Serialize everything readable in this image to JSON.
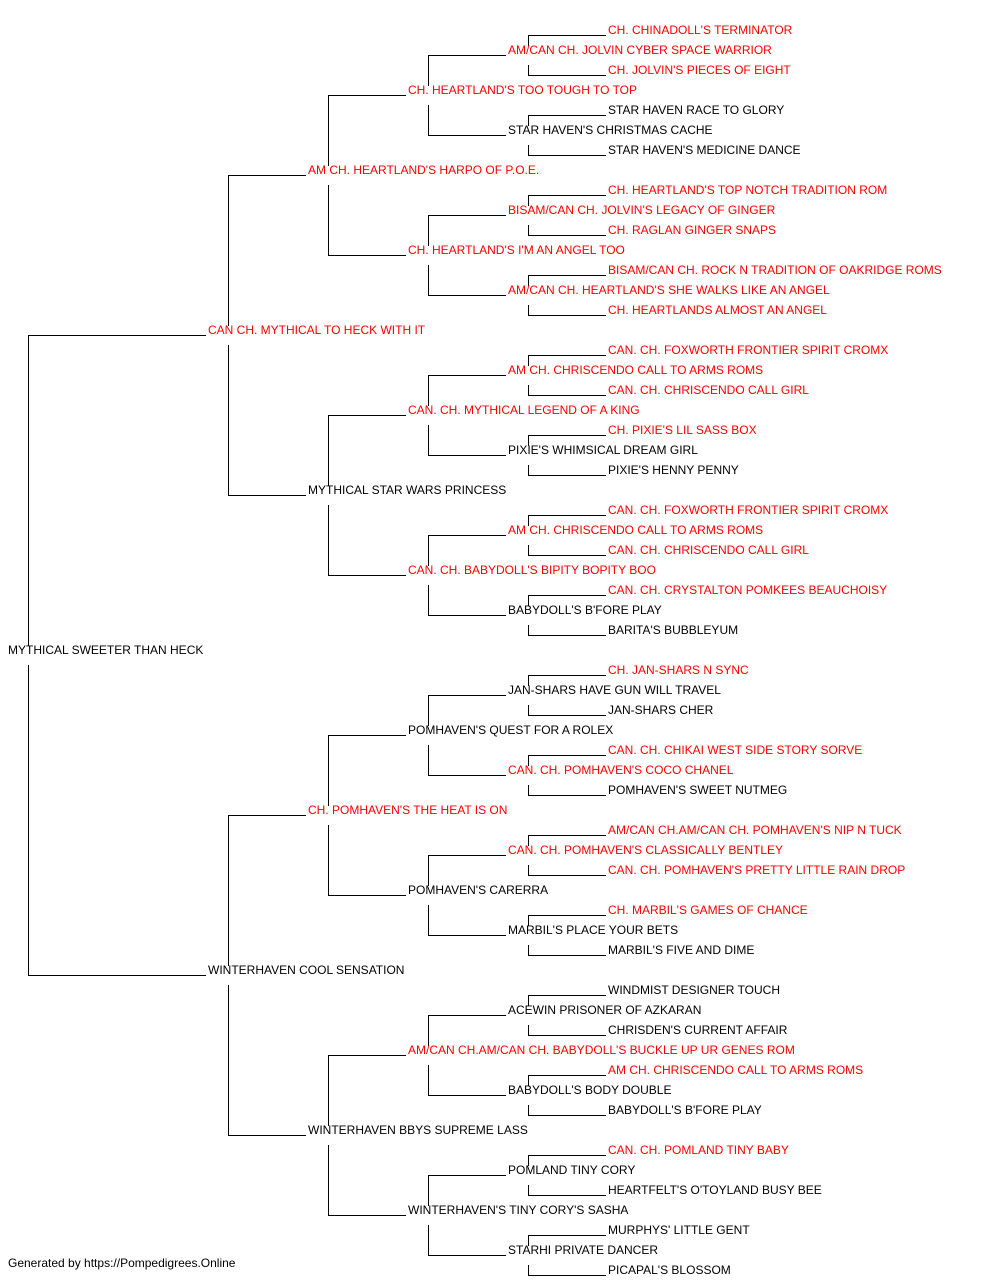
{
  "pedigree": {
    "subject": {
      "name": "MYTHICAL SWEETER THAN HECK",
      "champion": false
    },
    "sire": {
      "name": "CAN CH. MYTHICAL TO HECK WITH IT",
      "champion": true
    },
    "dam": {
      "name": "WINTERHAVEN COOL SENSATION",
      "champion": false
    },
    "gen3": [
      {
        "name": "AM CH. HEARTLAND'S HARPO OF P.O.E.",
        "champion": true
      },
      {
        "name": "MYTHICAL STAR WARS PRINCESS",
        "champion": false
      },
      {
        "name": "CH. POMHAVEN'S THE HEAT IS ON",
        "champion": true
      },
      {
        "name": "WINTERHAVEN BBYS SUPREME LASS",
        "champion": false
      }
    ],
    "gen4": [
      {
        "name": "CH. HEARTLAND'S TOO TOUGH TO TOP",
        "champion": true
      },
      {
        "name": "CH. HEARTLAND'S I'M AN ANGEL TOO",
        "champion": true
      },
      {
        "name": "CAN. CH. MYTHICAL LEGEND OF A KING",
        "champion": true
      },
      {
        "name": "CAN. CH. BABYDOLL'S BIPITY BOPITY BOO",
        "champion": true
      },
      {
        "name": "POMHAVEN'S QUEST FOR A ROLEX",
        "champion": false
      },
      {
        "name": "POMHAVEN'S CARERRA",
        "champion": false
      },
      {
        "name": "AM/CAN CH.AM/CAN CH. BABYDOLL'S BUCKLE UP UR GENES ROM",
        "champion": true
      },
      {
        "name": "WINTERHAVEN'S TINY CORY'S SASHA",
        "champion": false
      }
    ],
    "gen5": [
      {
        "name": "AM/CAN CH. JOLVIN CYBER SPACE WARRIOR",
        "champion": true
      },
      {
        "name": "STAR HAVEN'S CHRISTMAS CACHE",
        "champion": false
      },
      {
        "name": "BISAM/CAN CH. JOLVIN'S LEGACY OF GINGER",
        "champion": true
      },
      {
        "name": "AM/CAN CH. HEARTLAND'S SHE WALKS LIKE AN ANGEL",
        "champion": true
      },
      {
        "name": "AM CH. CHRISCENDO CALL TO ARMS ROMS",
        "champion": true
      },
      {
        "name": "PIXIE'S WHIMSICAL DREAM GIRL",
        "champion": false
      },
      {
        "name": "AM CH. CHRISCENDO CALL TO ARMS ROMS",
        "champion": true
      },
      {
        "name": "BABYDOLL'S B'FORE PLAY",
        "champion": false
      },
      {
        "name": "JAN-SHARS HAVE GUN WILL TRAVEL",
        "champion": false
      },
      {
        "name": "CAN. CH. POMHAVEN'S COCO CHANEL",
        "champion": true
      },
      {
        "name": "CAN. CH. POMHAVEN'S CLASSICALLY BENTLEY",
        "champion": true
      },
      {
        "name": "MARBIL'S PLACE YOUR BETS",
        "champion": false
      },
      {
        "name": "ACEWIN PRISONER OF AZKARAN",
        "champion": false
      },
      {
        "name": "BABYDOLL'S BODY DOUBLE",
        "champion": false
      },
      {
        "name": "POMLAND TINY CORY",
        "champion": false
      },
      {
        "name": "STARHI PRIVATE DANCER",
        "champion": false
      }
    ],
    "gen6": [
      {
        "name": "CH. CHINADOLL'S TERMINATOR",
        "champion": true
      },
      {
        "name": "CH. JOLVIN'S PIECES OF EIGHT",
        "champion": true
      },
      {
        "name": "STAR HAVEN RACE TO GLORY",
        "champion": false
      },
      {
        "name": "STAR HAVEN'S MEDICINE DANCE",
        "champion": false
      },
      {
        "name": "CH. HEARTLAND'S TOP NOTCH TRADITION ROM",
        "champion": true
      },
      {
        "name": "CH. RAGLAN GINGER SNAPS",
        "champion": true
      },
      {
        "name": "BISAM/CAN CH. ROCK N TRADITION OF OAKRIDGE ROMS",
        "champion": true
      },
      {
        "name": "CH. HEARTLANDS ALMOST AN ANGEL",
        "champion": true
      },
      {
        "name": "CAN. CH. FOXWORTH FRONTIER SPIRIT CROMX",
        "champion": true
      },
      {
        "name": "CAN. CH. CHRISCENDO CALL GIRL",
        "champion": true
      },
      {
        "name": "CH. PIXIE'S LIL SASS BOX",
        "champion": true
      },
      {
        "name": "PIXIE'S HENNY PENNY",
        "champion": false
      },
      {
        "name": "CAN. CH. FOXWORTH FRONTIER SPIRIT CROMX",
        "champion": true
      },
      {
        "name": "CAN. CH. CHRISCENDO CALL GIRL",
        "champion": true
      },
      {
        "name": "CAN. CH. CRYSTALTON POMKEES BEAUCHOISY",
        "champion": true
      },
      {
        "name": "BARITA'S BUBBLEYUM",
        "champion": false
      },
      {
        "name": "CH. JAN-SHARS N SYNC",
        "champion": true
      },
      {
        "name": "JAN-SHARS CHER",
        "champion": false
      },
      {
        "name": "CAN. CH. CHIKAI WEST SIDE STORY SORVE",
        "champion": true
      },
      {
        "name": "POMHAVEN'S SWEET NUTMEG",
        "champion": false
      },
      {
        "name": "AM/CAN CH.AM/CAN CH. POMHAVEN'S NIP N TUCK",
        "champion": true
      },
      {
        "name": "CAN. CH. POMHAVEN'S PRETTY LITTLE RAIN DROP",
        "champion": true
      },
      {
        "name": "CH. MARBIL'S GAMES OF CHANCE",
        "champion": true
      },
      {
        "name": "MARBIL'S FIVE AND DIME",
        "champion": false
      },
      {
        "name": "WINDMIST DESIGNER TOUCH",
        "champion": false
      },
      {
        "name": "CHRISDEN'S CURRENT AFFAIR",
        "champion": false
      },
      {
        "name": "AM CH. CHRISCENDO CALL TO ARMS ROMS",
        "champion": true
      },
      {
        "name": "BABYDOLL'S B'FORE PLAY",
        "champion": false
      },
      {
        "name": "CAN. CH. POMLAND TINY BABY",
        "champion": true
      },
      {
        "name": "HEARTFELT'S O'TOYLAND BUSY BEE",
        "champion": false
      },
      {
        "name": "MURPHYS' LITTLE GENT",
        "champion": false
      },
      {
        "name": "PICAPAL'S BLOSSOM",
        "champion": false
      }
    ]
  },
  "colors": {
    "champion": "#ff0000",
    "regular": "#000000",
    "line": "#000000"
  },
  "footer": "Generated by https://Pompedigrees.Online"
}
